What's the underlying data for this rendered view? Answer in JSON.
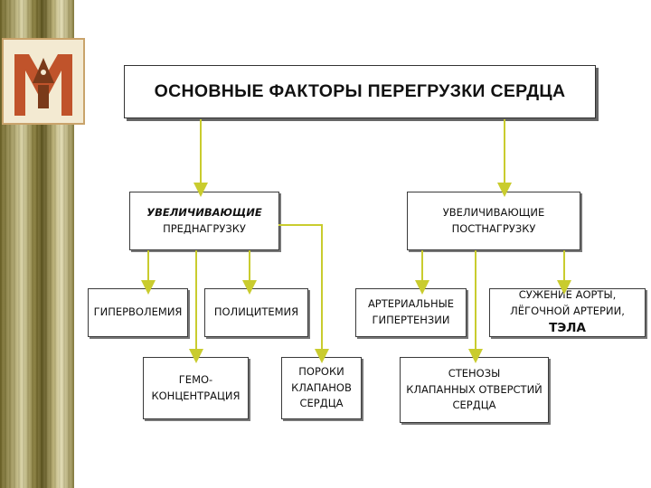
{
  "title": "ОСНОВНЫЕ  ФАКТОРЫ  ПЕРЕГРУЗКИ  СЕРДЦА",
  "preload": {
    "line1": "УВЕЛИЧИВАЮЩИЕ",
    "line2": "ПРЕДНАГРУЗКУ"
  },
  "afterload": {
    "line1": "УВЕЛИЧИВАЮЩИЕ",
    "line2": "ПОСТНАГРУЗКУ"
  },
  "preload_factors": {
    "hypervolemia": "ГИПЕРВОЛЕМИЯ",
    "polycythemia": "ПОЛИЦИТЕМИЯ",
    "hemoconcentration": {
      "line1": "ГЕМО-",
      "line2": "КОНЦЕНТРАЦИЯ"
    },
    "valve_defects": {
      "line1": "ПОРОКИ",
      "line2": "КЛАПАНОВ",
      "line3": "СЕРДЦА"
    }
  },
  "afterload_factors": {
    "arterial_hypertension": {
      "line1": "АРТЕРИАЛЬНЫЕ",
      "line2": "ГИПЕРТЕНЗИИ"
    },
    "aortic_narrowing": {
      "line1": "СУЖЕНИЕ АОРТЫ,",
      "line2": "ЛЁГОЧНОЙ АРТЕРИИ,",
      "line2_big": "ТЭЛА"
    },
    "valve_stenosis": {
      "line1": "СТЕНОЗЫ",
      "line2": "КЛАПАННЫХ ОТВЕРСТИЙ",
      "line3": "СЕРДЦА"
    }
  },
  "colors": {
    "connector": "#c9cc2e",
    "border": "#333333",
    "sidebar": "#8a7f3e"
  },
  "logo": {
    "icon": "academy-monogram-logo"
  }
}
